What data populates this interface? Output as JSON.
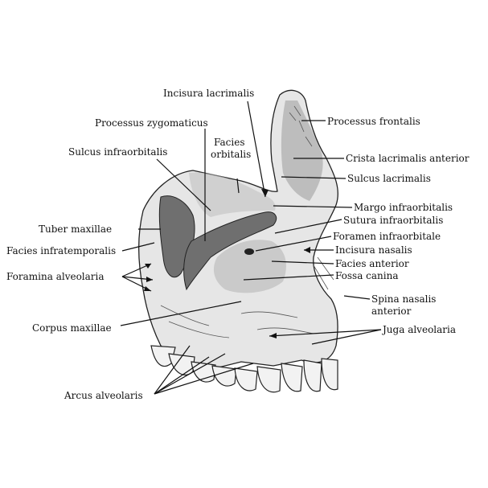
{
  "labels": {
    "incisura_lacrimalis": "Incisura lacrimalis",
    "processus_zygomaticus": "Processus zygomaticus",
    "processus_frontalis": "Processus frontalis",
    "facies_orbitalis_1": "Facies",
    "facies_orbitalis_2": "orbitalis",
    "sulcus_infraorbitalis": "Sulcus infraorbitalis",
    "crista_lacrimalis_anterior": "Crista lacrimalis anterior",
    "sulcus_lacrimalis": "Sulcus lacrimalis",
    "margo_infraorbitalis": "Margo infraorbitalis",
    "tuber_maxillae": "Tuber maxillae",
    "sutura_infraorbitalis": "Sutura infraorbitalis",
    "facies_infratemporalis": "Facies infratemporalis",
    "foramen_infraorbitale": "Foramen infraorbitale",
    "incisura_nasalis": "Incisura nasalis",
    "foramina_alveolaria": "Foramina alveolaria",
    "facies_anterior": "Facies anterior",
    "fossa_canina": "Fossa canina",
    "spina_nasalis_1": "Spina nasalis",
    "spina_nasalis_2": "anterior",
    "corpus_maxillae": "Corpus maxillae",
    "juga_alveolaria": "Juga alveolaria",
    "arcus_alveolaris": "Arcus alveolaris"
  }
}
